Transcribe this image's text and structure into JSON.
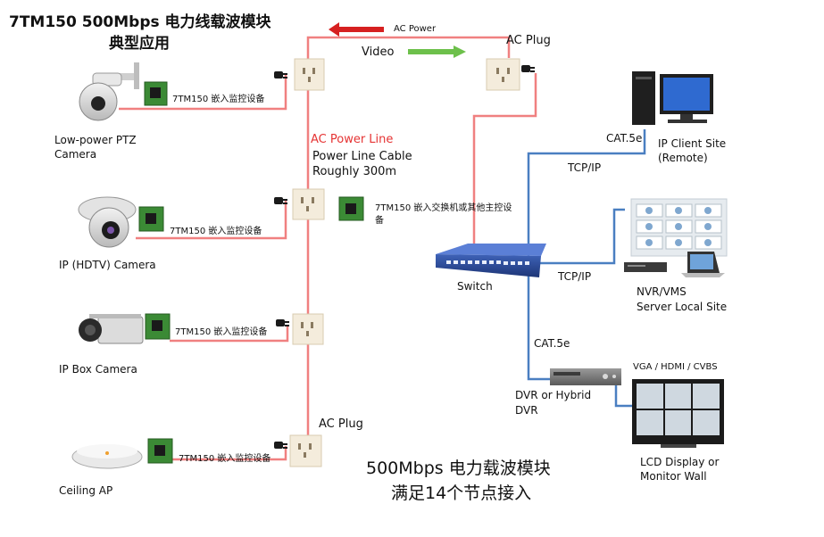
{
  "title": {
    "line1": "7TM150  500Mbps 电力线载波模块",
    "line2": "典型应用"
  },
  "flows": {
    "ac_power": "AC Power",
    "video": "Video"
  },
  "labels": {
    "ac_plug_top": "AC Plug",
    "ac_plug_bottom": "AC Plug",
    "ac_power_line": "AC Power Line",
    "cable_line1": "Power Line Cable",
    "cable_line2": "Roughly 300m",
    "switch_module": "7TM150 嵌入交换机或其他主控设",
    "switch_module_2": "备",
    "switch": "Switch",
    "cat5e_top": "CAT.5e",
    "tcpip_top": "TCP/IP",
    "tcpip_mid": "TCP/IP",
    "cat5e_bottom": "CAT.5e",
    "ip_client_1": "IP Client Site",
    "ip_client_2": "(Remote)",
    "nvr_1": "NVR/VMS",
    "nvr_2": "Server Local Site",
    "dvr_1": "DVR or Hybrid",
    "dvr_2": "DVR",
    "vga": "VGA / HDMI / CVBS",
    "lcd_1": "LCD Display or",
    "lcd_2": "Monitor Wall",
    "bottom_1": "500Mbps 电力载波模块",
    "bottom_2": "满足14个节点接入"
  },
  "devices": [
    {
      "name_1": "Low-power PTZ",
      "name_2": "Camera",
      "module": "7TM150 嵌入监控设备"
    },
    {
      "name_1": "IP (HDTV) Camera",
      "name_2": "",
      "module": "7TM150 嵌入监控设备"
    },
    {
      "name_1": "IP Box Camera",
      "name_2": "",
      "module": "7TM150 嵌入监控设备"
    },
    {
      "name_1": "Ceiling AP",
      "name_2": "",
      "module": "7TM150 嵌入监控设备"
    }
  ],
  "colors": {
    "power_line": "#f08080",
    "network": "#4a7fc1",
    "arrow_red": "#d62020",
    "arrow_green": "#6dc04b",
    "plug_face": "#f4ecdc",
    "module_green": "#3b8a35"
  }
}
